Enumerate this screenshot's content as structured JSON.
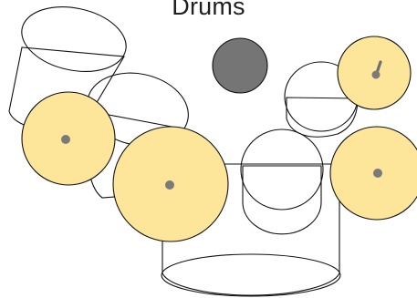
{
  "app": {
    "title": "Drums"
  },
  "colors": {
    "background": "#ffffff",
    "drum": "#f0f0f0",
    "outline": "#111111",
    "cymbal": "#fde59a",
    "cymbal_bell": "#7a7a7a",
    "cowbell_pad": "#757575"
  },
  "pieces": [
    {
      "name": "crash-left",
      "kind": "cymbal"
    },
    {
      "name": "tom-upper-left",
      "kind": "drum"
    },
    {
      "name": "tom-mid",
      "kind": "drum"
    },
    {
      "name": "hi-hat",
      "kind": "cymbal"
    },
    {
      "name": "snare",
      "kind": "drum"
    },
    {
      "name": "ride",
      "kind": "cymbal"
    },
    {
      "name": "pad-center",
      "kind": "pad"
    },
    {
      "name": "tom-right",
      "kind": "drum"
    },
    {
      "name": "floor-tom",
      "kind": "drum"
    },
    {
      "name": "bass-drum",
      "kind": "drum"
    },
    {
      "name": "china",
      "kind": "cymbal"
    },
    {
      "name": "splash-right",
      "kind": "cymbal"
    }
  ]
}
